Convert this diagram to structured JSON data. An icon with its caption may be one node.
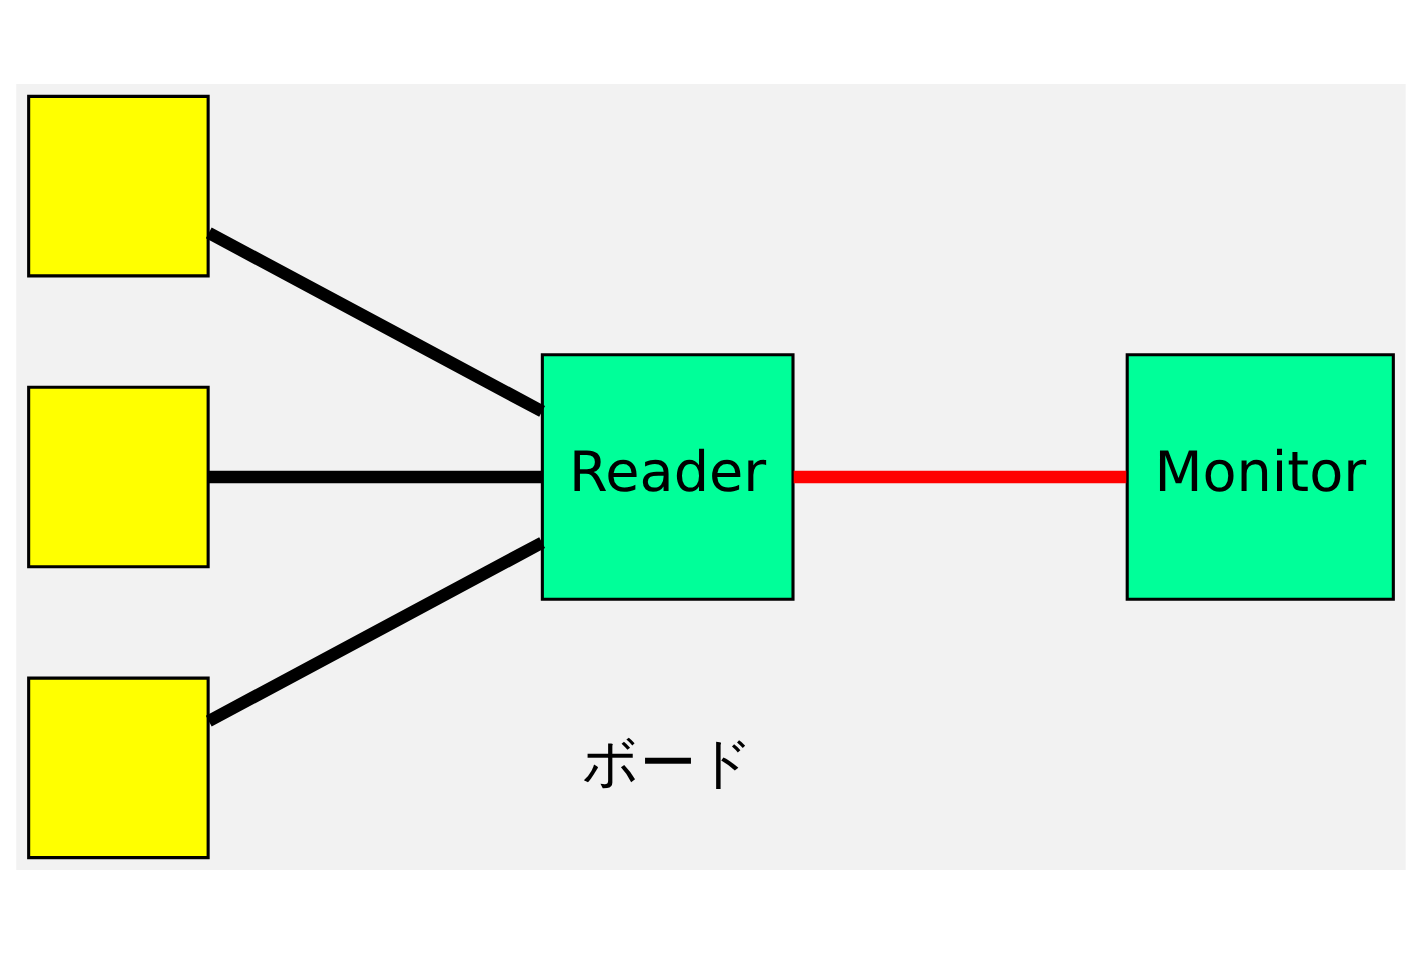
{
  "diagram": {
    "nodes": [
      {
        "text": [],
        "shape": "box"
      },
      {
        "text": [],
        "shape": "box"
      },
      {
        "text": [],
        "shape": "box"
      },
      {
        "text": [
          "Reader"
        ]
      },
      {
        "text": [
          "Monitor"
        ]
      }
    ],
    "edges": [
      {
        "from": 0,
        "to": 3,
        "arrow": "none"
      },
      {
        "from": 1,
        "to": 3,
        "arrow": "none"
      },
      {
        "from": 2,
        "to": 3,
        "arrow": "none"
      },
      {
        "from": 3,
        "to": 4,
        "arrow": "none",
        "color": "#ff0000"
      }
    ],
    "labels": [
      "ボード"
    ]
  }
}
